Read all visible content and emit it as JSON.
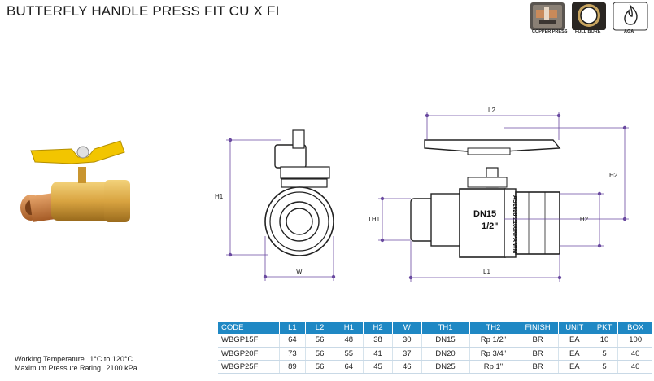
{
  "title": "BUTTERFLY HANDLE PRESS FIT CU X FI",
  "badges": [
    {
      "label": "COPPER PRESS",
      "icon": "copper-press-icon"
    },
    {
      "label": "FULL BORE",
      "icon": "full-bore-icon"
    },
    {
      "label": "AGA",
      "icon": "aga-flame-icon"
    }
  ],
  "drawing": {
    "dims": {
      "h1": "H1",
      "w": "W",
      "l2": "L2",
      "h2": "H2",
      "th1": "TH1",
      "th2": "TH2",
      "l1": "L1"
    },
    "body_text": {
      "size": "DN15",
      "thread": "1/2\"",
      "stamp": "AS1628 2100KPA WM"
    }
  },
  "specs": [
    {
      "label": "Working Temperature",
      "value": "1°C to 120°C"
    },
    {
      "label": "Maximum Pressure Rating",
      "value": "2100 kPa"
    }
  ],
  "table": {
    "headers": [
      "CODE",
      "L1",
      "L2",
      "H1",
      "H2",
      "W",
      "TH1",
      "TH2",
      "FINISH",
      "UNIT",
      "PKT",
      "BOX"
    ],
    "rows": [
      [
        "WBGP15F",
        "64",
        "56",
        "48",
        "38",
        "30",
        "DN15",
        "Rp 1/2\"",
        "BR",
        "EA",
        "10",
        "100"
      ],
      [
        "WBGP20F",
        "73",
        "56",
        "55",
        "41",
        "37",
        "DN20",
        "Rp 3/4\"",
        "BR",
        "EA",
        "5",
        "40"
      ],
      [
        "WBGP25F",
        "89",
        "56",
        "64",
        "45",
        "46",
        "DN25",
        "Rp 1\"",
        "BR",
        "EA",
        "5",
        "40"
      ]
    ]
  },
  "colors": {
    "accent": "#1f88c4",
    "dimension": "#6a4aa0",
    "brass": "#d9a441",
    "handle": "#f2c500"
  }
}
